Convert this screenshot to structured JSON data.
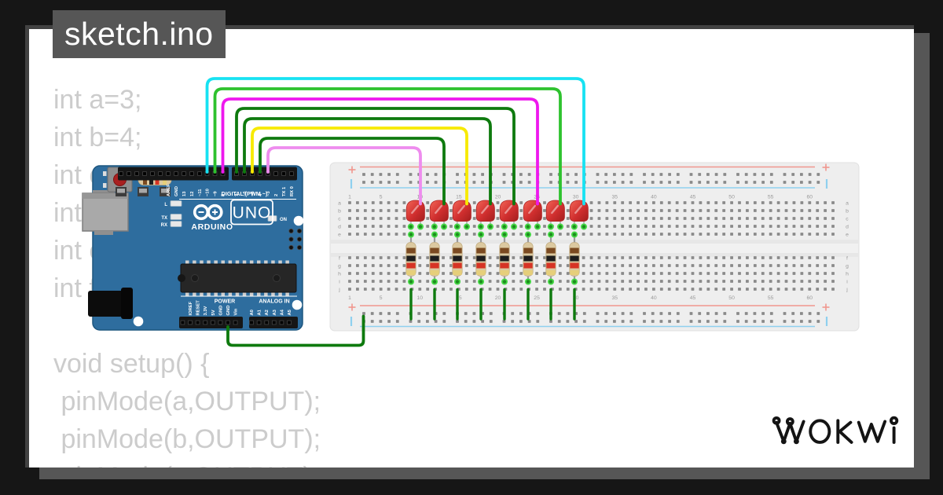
{
  "frame": {
    "title": "sketch.ino",
    "brand": "WOKWI",
    "background_color": "#161616",
    "card_color": "#ffffff",
    "shadow_color": "#565656"
  },
  "code": {
    "text_color": "#cccccc",
    "lines": [
      "int a=3;",
      "int b=4;",
      "int c=5;",
      "int d=6;",
      "int e=7;",
      "int f=8;",
      "",
      "void setup() {",
      " pinMode(a,OUTPUT);",
      " pinMode(b,OUTPUT);",
      " pinMode(c,OUTPUT);"
    ]
  },
  "arduino": {
    "name": "Arduino UNO",
    "board_color": "#2e6d9e",
    "texts": {
      "digital_header": "DIGITAL (PWM ~)",
      "power_header": "POWER",
      "analog_header": "ANALOG IN",
      "model": "UNO",
      "brand": "ARDUINO",
      "on_led": "ON",
      "led_l": "L",
      "led_tx": "TX",
      "led_rx": "RX"
    },
    "digital_pins_left": [
      "AREF",
      "GND",
      "13",
      "12",
      "~11",
      "~10",
      "~9",
      "8"
    ],
    "digital_pins_right": [
      "7",
      "~6",
      "~5",
      "4",
      "~3",
      "2",
      "TX 1",
      "RX 0"
    ],
    "power_pins": [
      "IOREF",
      "RESET",
      "3.3V",
      "5V",
      "GND",
      "GND",
      "Vin"
    ],
    "analog_pins": [
      "A0",
      "A1",
      "A2",
      "A3",
      "A4",
      "A5"
    ]
  },
  "breadboard": {
    "row_letters_top": [
      "a",
      "b",
      "c",
      "d",
      "e"
    ],
    "row_letters_bottom": [
      "f",
      "g",
      "h",
      "i",
      "j"
    ],
    "column_numbers": [
      1,
      5,
      10,
      15,
      20,
      25,
      30,
      35,
      40,
      45,
      50,
      55,
      60
    ],
    "rail_plus": "+",
    "rail_line_colors": {
      "positive": "#f0968e",
      "negative": "#8fd0ef"
    }
  },
  "wires": [
    {
      "from_pin": "~10",
      "color_name": "cyan",
      "hex": "#17e2f2"
    },
    {
      "from_pin": "~9",
      "color_name": "green",
      "hex": "#2ec22e"
    },
    {
      "from_pin": "8",
      "color_name": "magenta",
      "hex": "#ee18ee"
    },
    {
      "from_pin": "7",
      "color_name": "dark-green",
      "hex": "#0e7a0e"
    },
    {
      "from_pin": "~6",
      "color_name": "dark-green",
      "hex": "#0e7a0e"
    },
    {
      "from_pin": "~5",
      "color_name": "yellow",
      "hex": "#f7ea00"
    },
    {
      "from_pin": "4",
      "color_name": "dark-green",
      "hex": "#0e7a0e"
    },
    {
      "from_pin": "~3",
      "color_name": "violet",
      "hex": "#ee8cee"
    }
  ],
  "gnd_wire": {
    "from_pin": "GND",
    "color_name": "dark-green",
    "hex": "#0e7a0e"
  },
  "leds": {
    "count": 8,
    "color_name": "red",
    "body_color": "#d23030"
  },
  "resistors": {
    "count": 8,
    "band_colors": [
      "brown",
      "black",
      "red",
      "gold"
    ],
    "band_hex": [
      "#7b4a21",
      "#1d1d1d",
      "#d63425",
      "#e6cf7a"
    ],
    "body_hex": "#dcc9a0"
  }
}
